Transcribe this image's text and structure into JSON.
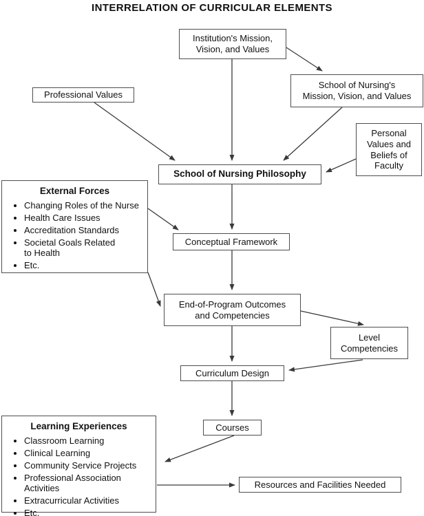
{
  "page": {
    "title": "INTERRELATION OF CURRICULAR ELEMENTS"
  },
  "nodes": {
    "institution_mvv": {
      "label": "Institution's Mission,\nVision, and Values"
    },
    "professional_values": {
      "label": "Professional Values"
    },
    "son_mvv": {
      "label": "School of Nursing's\nMission, Vision, and Values"
    },
    "personal_values": {
      "label": "Personal\nValues and\nBeliefs of\nFaculty"
    },
    "son_philosophy": {
      "label": "School of Nursing Philosophy"
    },
    "external_forces": {
      "title": "External Forces",
      "bullets": [
        "Changing Roles of the Nurse",
        "Health Care Issues",
        "Accreditation Standards",
        "Societal Goals Related\nto Health",
        "Etc."
      ]
    },
    "conceptual_framework": {
      "label": "Conceptual Framework"
    },
    "eop_outcomes": {
      "label": "End-of-Program Outcomes\nand Competencies"
    },
    "level_competencies": {
      "label": "Level\nCompetencies"
    },
    "curriculum_design": {
      "label": "Curriculum Design"
    },
    "courses": {
      "label": "Courses"
    },
    "learning_experiences": {
      "title": "Learning Experiences",
      "bullets": [
        "Classroom Learning",
        "Clinical Learning",
        "Community Service Projects",
        "Professional Association\nActivities",
        "Extracurricular Activities",
        "Etc."
      ]
    },
    "resources_needed": {
      "label": "Resources and Facilities Needed"
    }
  },
  "colors": {
    "box_border": "#4d4d4d",
    "arrow": "#3a3a3a",
    "text": "#111111",
    "background": "#ffffff"
  }
}
